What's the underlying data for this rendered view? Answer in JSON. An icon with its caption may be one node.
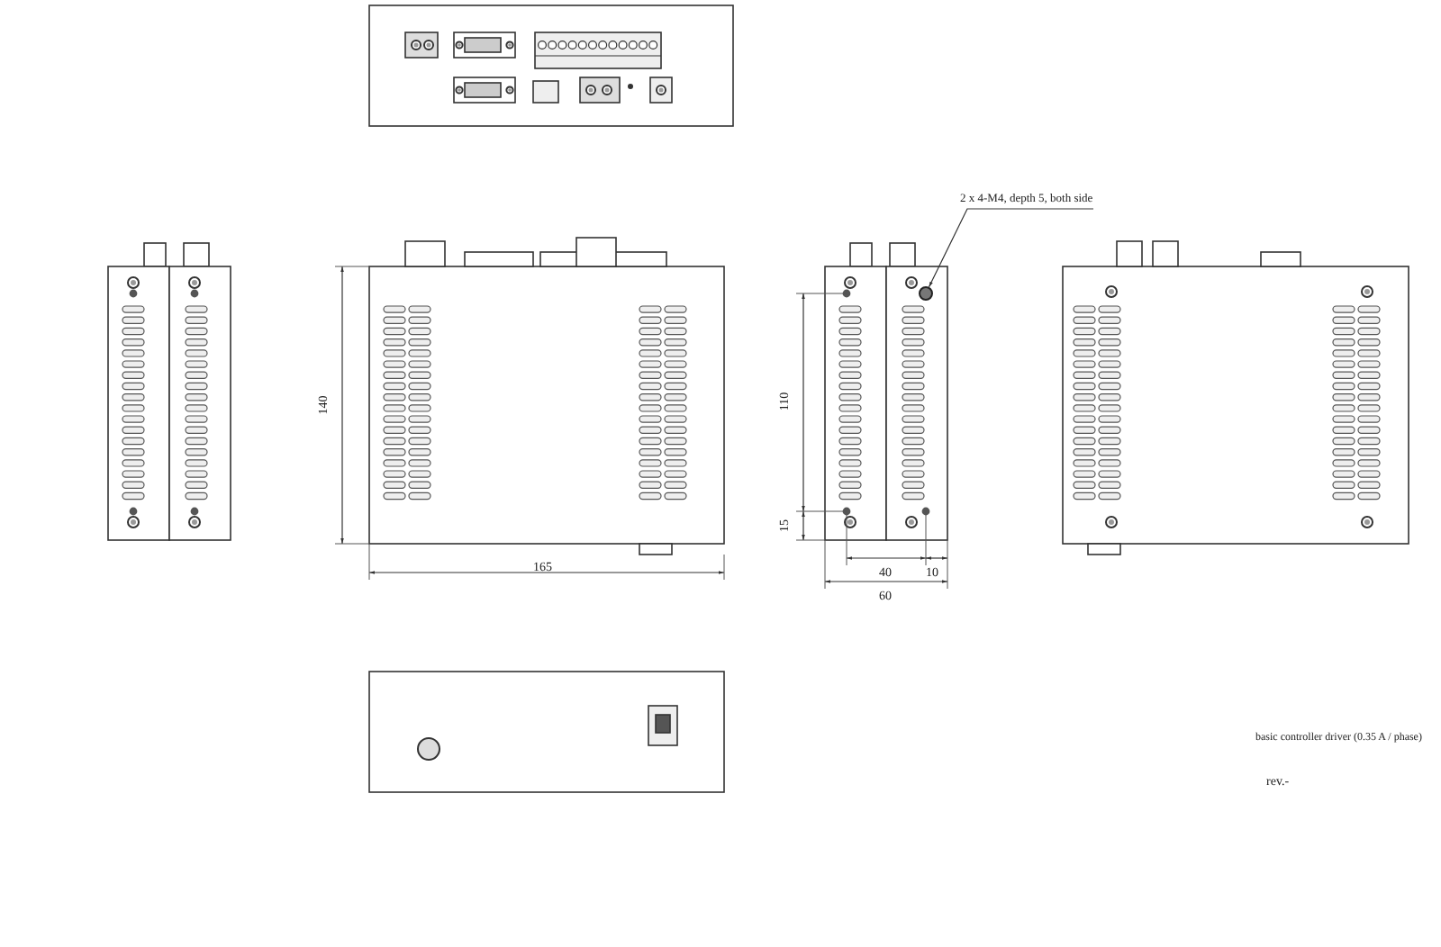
{
  "diagram": {
    "nodes": [
      {
        "text": [
          "2 x 4-M4, depth 5, both side"
        ]
      },
      {
        "text": [],
        "shape": "circle"
      }
    ],
    "edges": [
      {
        "from": 0,
        "to": 1,
        "arrow": "to"
      }
    ],
    "labels": [
      "140",
      "165",
      "110",
      "15",
      "40",
      "10",
      "60",
      "basic controller driver (0.35 A / phase)",
      "rev.-"
    ]
  }
}
